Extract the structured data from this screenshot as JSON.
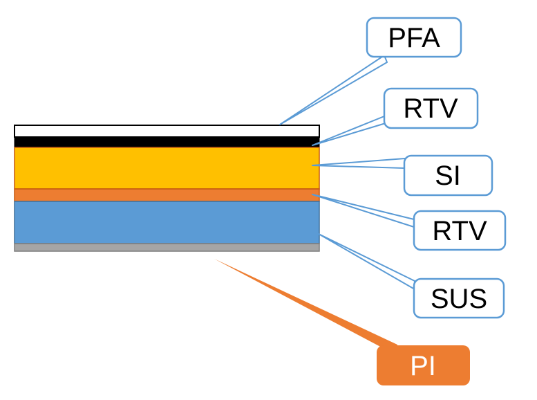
{
  "layers": [
    {
      "id": "pfa",
      "label": "PFA",
      "color": "#ffffff"
    },
    {
      "id": "rtv-top",
      "label": "RTV",
      "color": "#000000"
    },
    {
      "id": "si",
      "label": "SI",
      "color": "#ffc000"
    },
    {
      "id": "rtv-bottom",
      "label": "RTV",
      "color": "#ed7d31"
    },
    {
      "id": "sus",
      "label": "SUS",
      "color": "#5b9bd5"
    },
    {
      "id": "pi",
      "label": "PI",
      "color": "#a5a5a5"
    }
  ],
  "callout_colors": {
    "border": "#5b9bd5",
    "pi_fill": "#ed7d31"
  }
}
